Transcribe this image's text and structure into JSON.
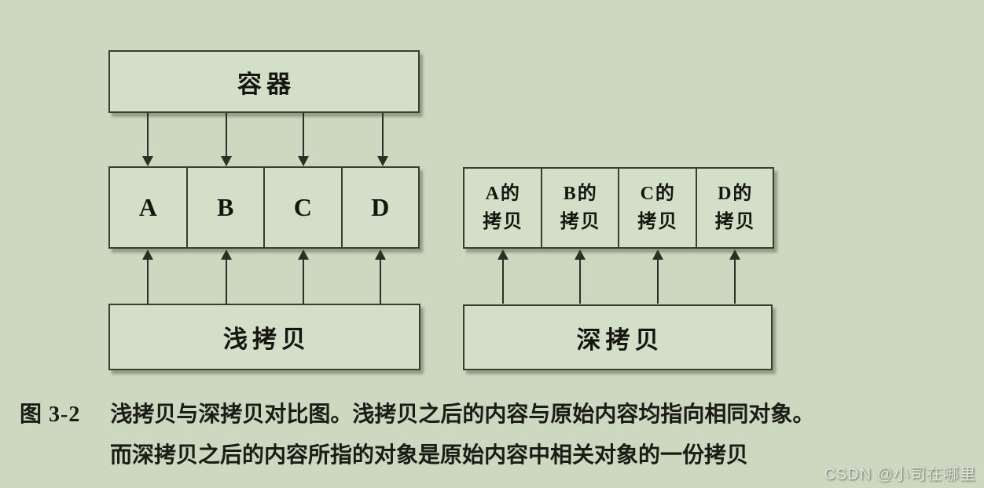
{
  "colors": {
    "page_background": "#ccd8c0",
    "box_fill": "#d3dfc8",
    "line_color": "#3a3d32",
    "text_color": "#15160f",
    "watermark_color": "#e4e5df"
  },
  "diagram": {
    "container_box": {
      "label": "容器"
    },
    "original_cells": [
      "A",
      "B",
      "C",
      "D"
    ],
    "copy_cells": [
      {
        "line1": "A的",
        "line2": "拷贝"
      },
      {
        "line1": "B的",
        "line2": "拷贝"
      },
      {
        "line1": "C的",
        "line2": "拷贝"
      },
      {
        "line1": "D的",
        "line2": "拷贝"
      }
    ],
    "shallow_copy_label": "浅拷贝",
    "deep_copy_label": "深拷贝"
  },
  "caption": {
    "figure_label": "图 3-2",
    "line1": "浅拷贝与深拷贝对比图。浅拷贝之后的内容与原始内容均指向相同对象。",
    "line2": "而深拷贝之后的内容所指的对象是原始内容中相关对象的一份拷贝"
  },
  "watermark": {
    "text": "CSDN @小司在哪里"
  }
}
